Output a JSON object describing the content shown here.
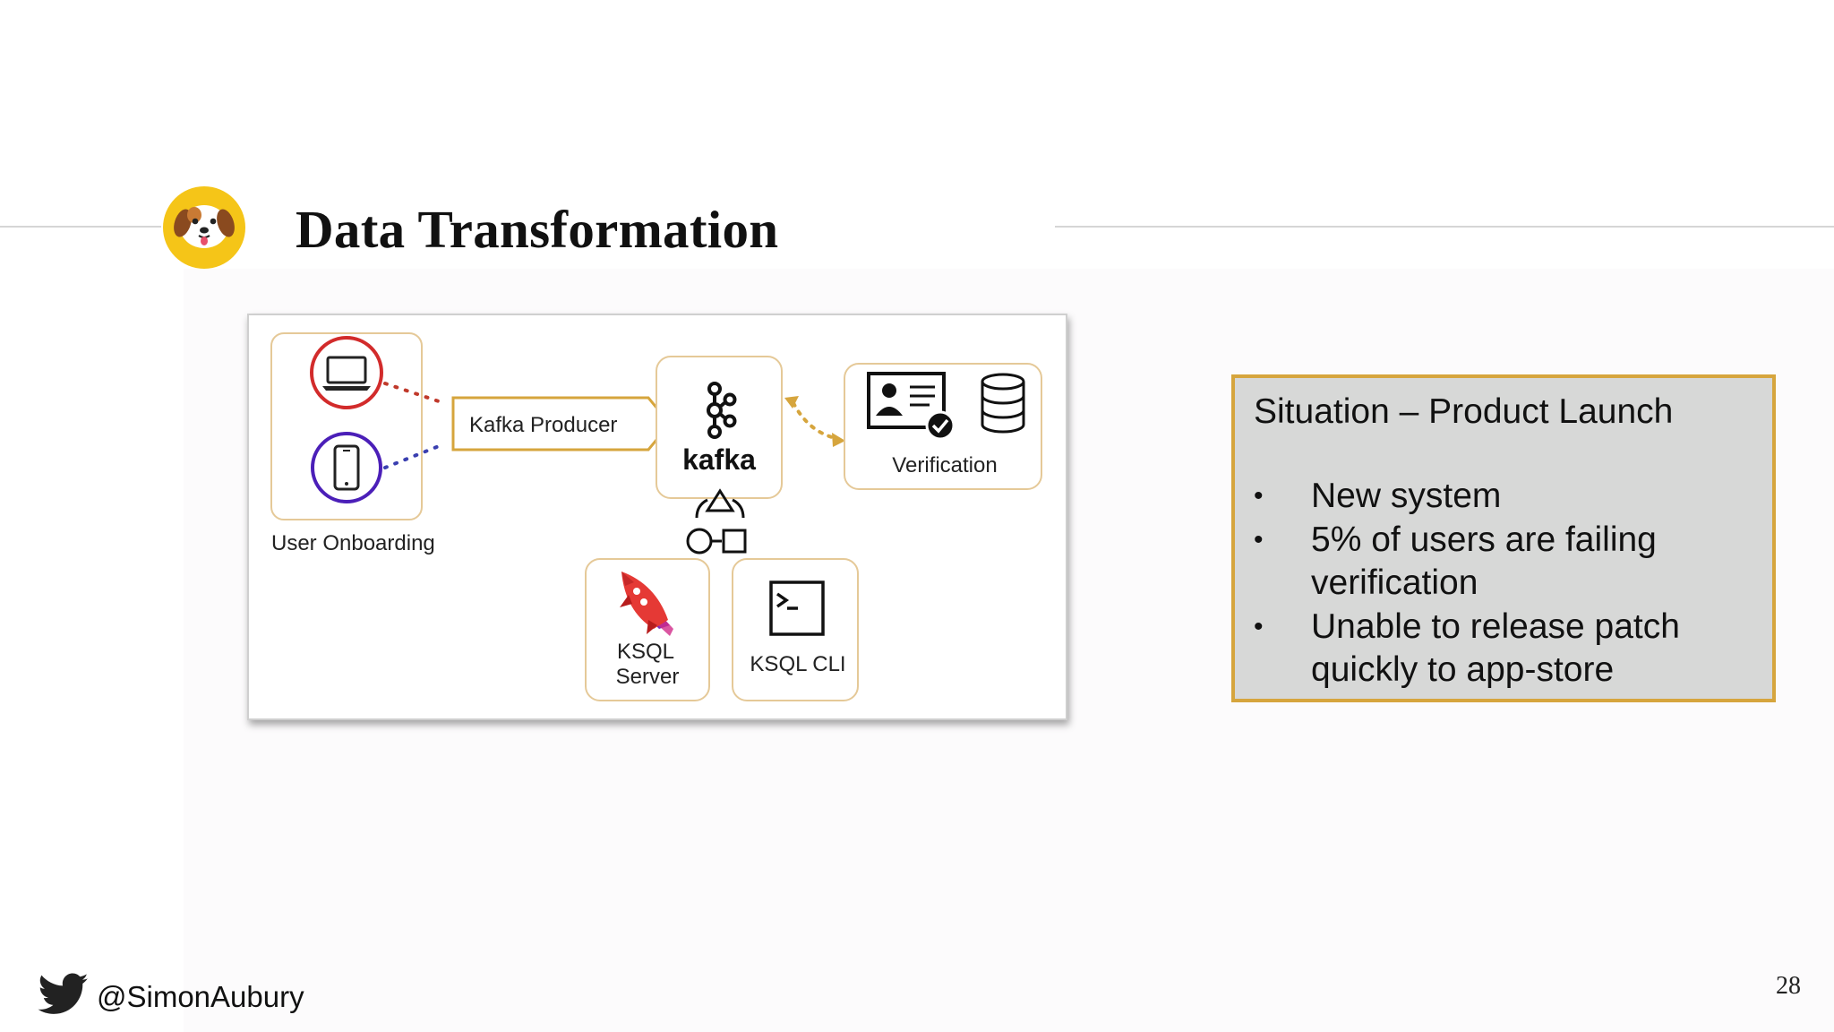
{
  "slide": {
    "title": "Data Transformation",
    "page_number": "28",
    "handle": "@SimonAubury",
    "logo_icon": "puppy-face-icon",
    "footer_icon": "twitter-bird-icon"
  },
  "diagram": {
    "user_onboarding_label": "User Onboarding",
    "kafka_producer_label": "Kafka Producer",
    "kafka_label": "kafka",
    "verification_label": "Verification",
    "ksql_server_line1": "KSQL",
    "ksql_server_line2": "Server",
    "ksql_cli_label": "KSQL CLI",
    "icons": [
      "laptop-icon",
      "mobile-phone-icon",
      "kafka-logo-icon",
      "id-card-check-icon",
      "database-icon",
      "rocket-icon",
      "terminal-icon",
      "shapes-icon"
    ]
  },
  "situation": {
    "title": "Situation – Product Launch",
    "items": [
      "New system",
      "5% of users are failing verification",
      "Unable to release patch quickly to app-store"
    ],
    "bullet": "•"
  },
  "colors": {
    "accent_gold": "#d6a53d",
    "situation_bg": "#d7d8d7",
    "laptop_ring": "#d22b2b",
    "phone_ring": "#4b1fb8",
    "logo_yellow": "#f5c518"
  }
}
